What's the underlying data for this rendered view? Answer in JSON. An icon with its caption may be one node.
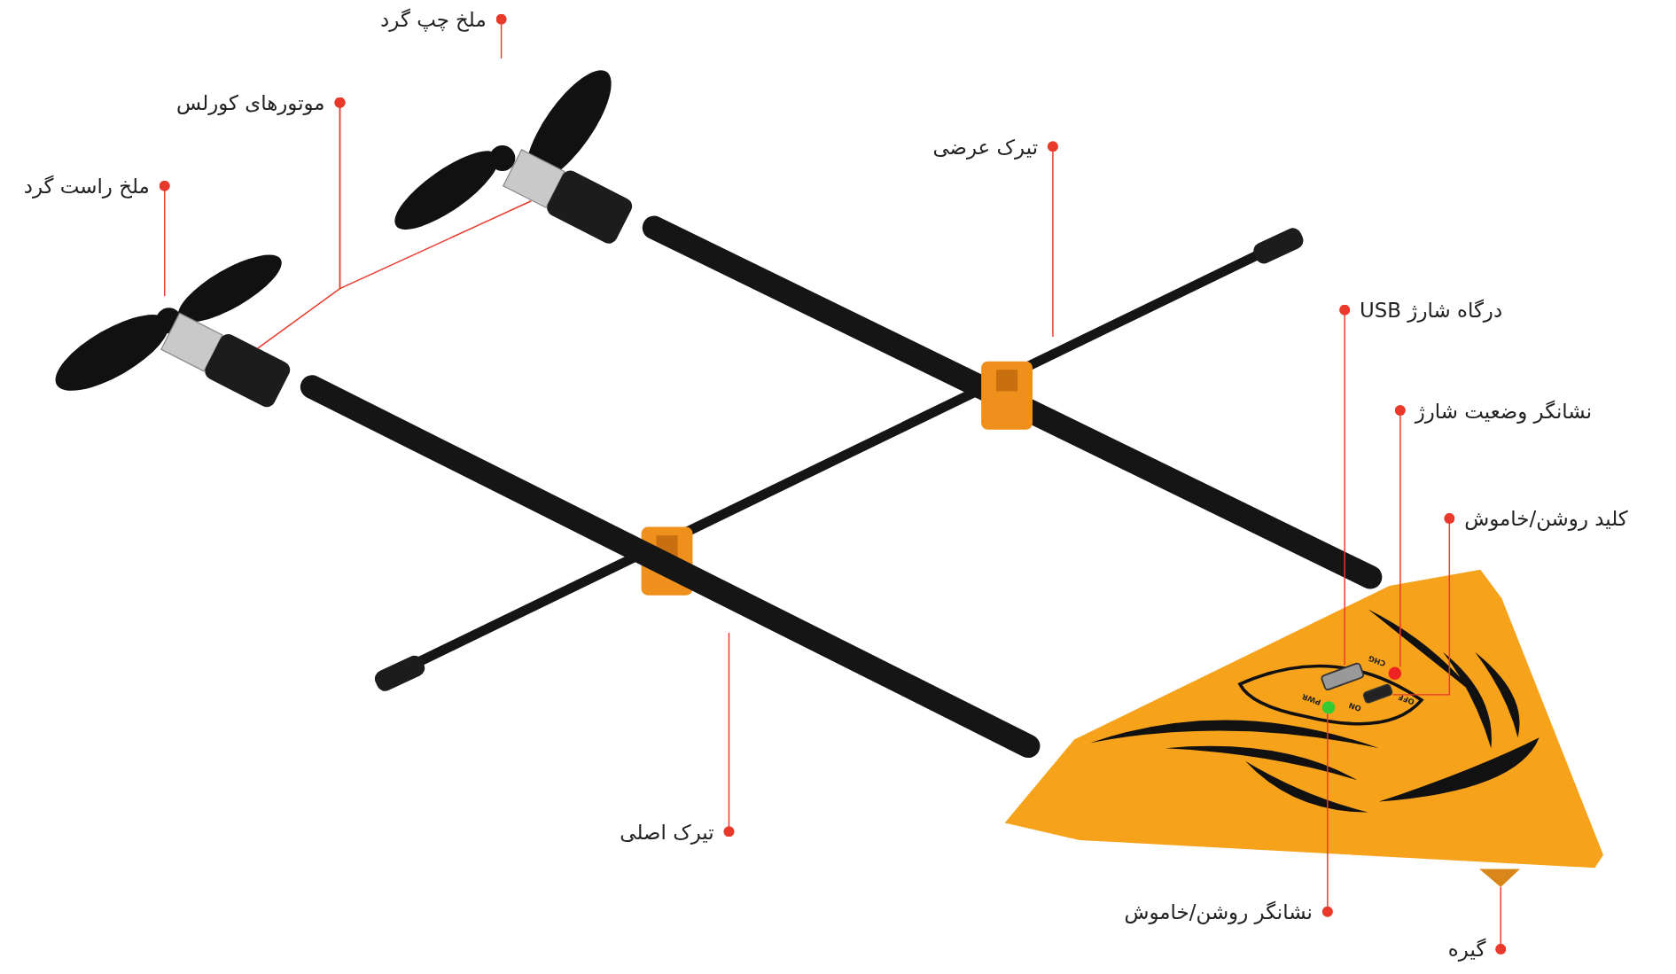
{
  "diagram": {
    "nodes": [
      {
        "text": [
          "ملخ چپ گرد"
        ]
      },
      {
        "text": [],
        "shape": "picture"
      },
      {
        "text": [
          "موتورهای کورلس"
        ]
      },
      {
        "text": [],
        "shape": "cylinder"
      },
      {
        "text": [],
        "shape": "cylinder"
      },
      {
        "text": [
          "ملخ راست گرد"
        ]
      },
      {
        "text": [],
        "shape": "picture"
      },
      {
        "text": [
          "تیرک عرضی"
        ]
      },
      {
        "text": [],
        "shape": "picture"
      },
      {
        "text": [
          "درگاه شارژ USB"
        ]
      },
      {
        "text": [],
        "shape": "box",
        "in": 21
      },
      {
        "text": [
          "نشانگر وضعیت شارژ"
        ]
      },
      {
        "text": [],
        "shape": "circle",
        "in": 21
      },
      {
        "text": [
          "کلید روشن/خاموش"
        ]
      },
      {
        "text": [],
        "shape": "box",
        "in": 21
      },
      {
        "text": [
          "تیرک اصلی"
        ]
      },
      {
        "text": [],
        "shape": "picture"
      },
      {
        "text": [
          "نشانگر روشن/خاموش"
        ]
      },
      {
        "text": [],
        "shape": "circle",
        "in": 21
      },
      {
        "text": [
          "گیره"
        ]
      },
      {
        "text": [],
        "shape": "picture"
      },
      {
        "text": [],
        "shape": "picture"
      },
      {
        "text": [],
        "shape": "bar"
      }
    ],
    "edges": [
      {
        "from": 0,
        "to": 1,
        "arrow": "other"
      },
      {
        "from": 2,
        "to": 3,
        "arrow": "other"
      },
      {
        "from": 2,
        "to": 4,
        "arrow": "other"
      },
      {
        "from": 5,
        "to": 6,
        "arrow": "other"
      },
      {
        "from": 7,
        "to": 8,
        "arrow": "other"
      },
      {
        "from": 9,
        "to": 10,
        "arrow": "other"
      },
      {
        "from": 11,
        "to": 12,
        "arrow": "other"
      },
      {
        "from": 13,
        "to": 14,
        "arrow": "other"
      },
      {
        "from": 15,
        "to": 16,
        "arrow": "other"
      },
      {
        "from": 17,
        "to": 18,
        "arrow": "other"
      },
      {
        "from": 19,
        "to": 20,
        "arrow": "other"
      }
    ],
    "labels": [
      "CHG",
      "PWR",
      "ON",
      "OFF"
    ]
  }
}
